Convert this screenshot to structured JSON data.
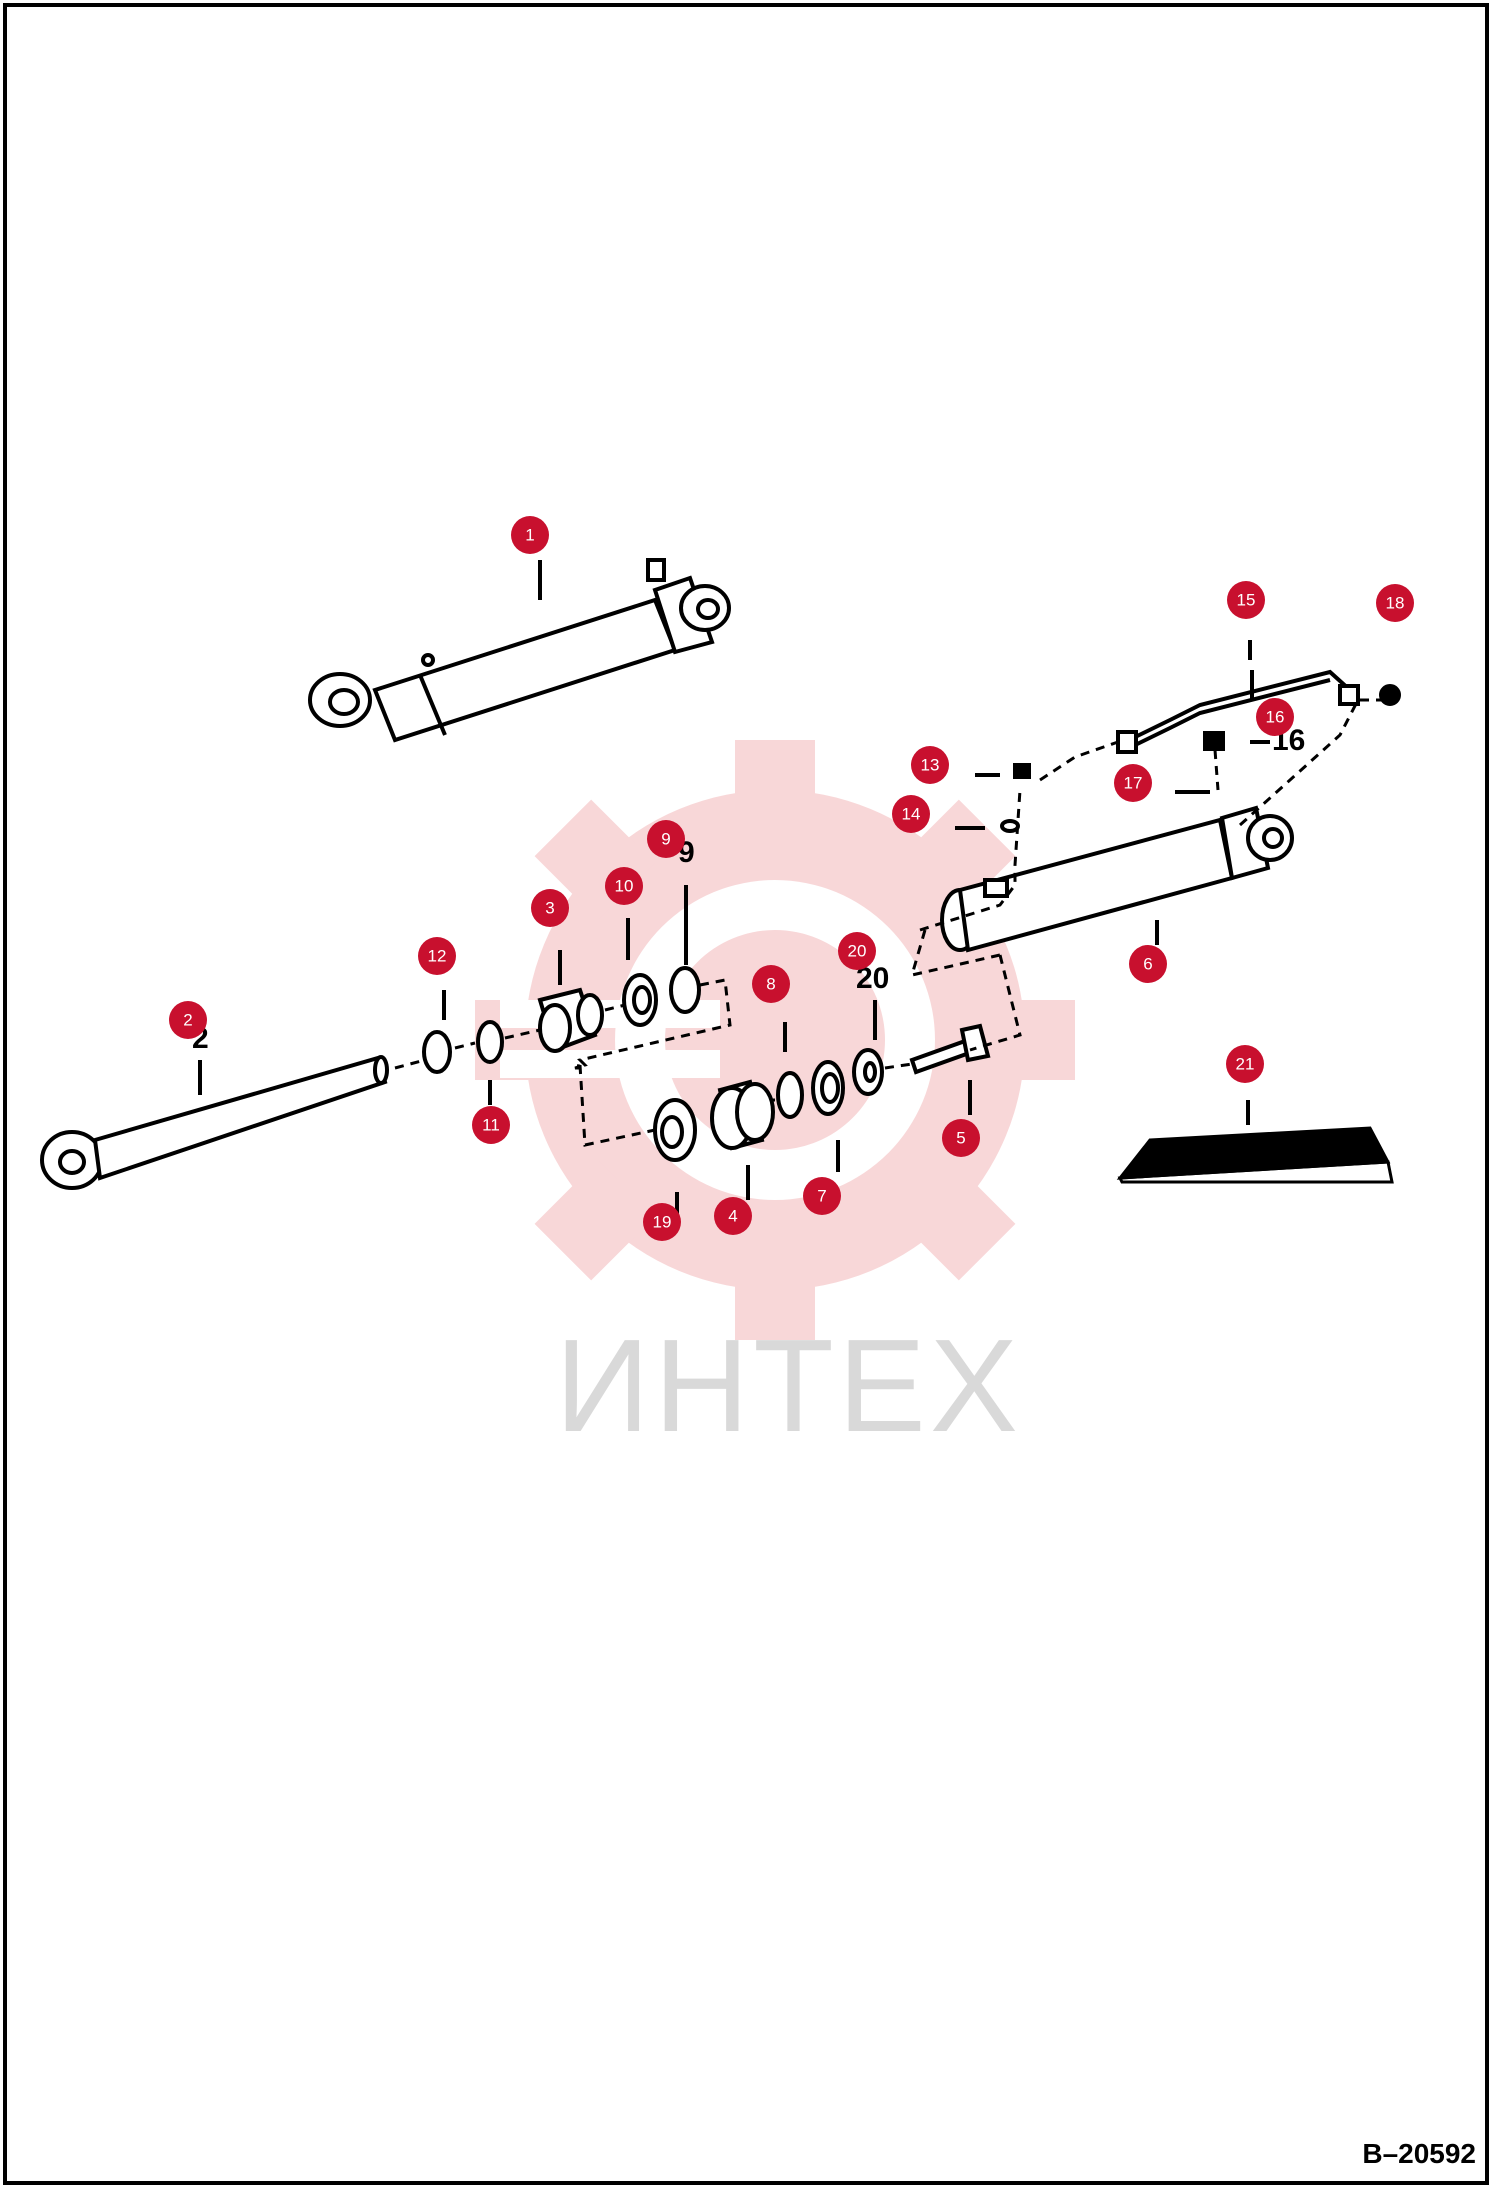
{
  "watermark": {
    "text": "ИНТЕХ",
    "color": "#f3b7b9"
  },
  "drawing_number": "B–20592",
  "callout_color": "#c8102e",
  "callouts": [
    {
      "label": "1"
    },
    {
      "label": "2"
    },
    {
      "label": "3"
    },
    {
      "label": "4"
    },
    {
      "label": "5"
    },
    {
      "label": "6"
    },
    {
      "label": "7"
    },
    {
      "label": "8"
    },
    {
      "label": "9"
    },
    {
      "label": "10"
    },
    {
      "label": "11"
    },
    {
      "label": "12"
    },
    {
      "label": "13"
    },
    {
      "label": "14"
    },
    {
      "label": "15"
    },
    {
      "label": "16"
    },
    {
      "label": "17"
    },
    {
      "label": "18"
    },
    {
      "label": "19"
    },
    {
      "label": "20"
    },
    {
      "label": "21"
    }
  ],
  "printed_numbers": [
    "2",
    "9",
    "16",
    "20"
  ]
}
